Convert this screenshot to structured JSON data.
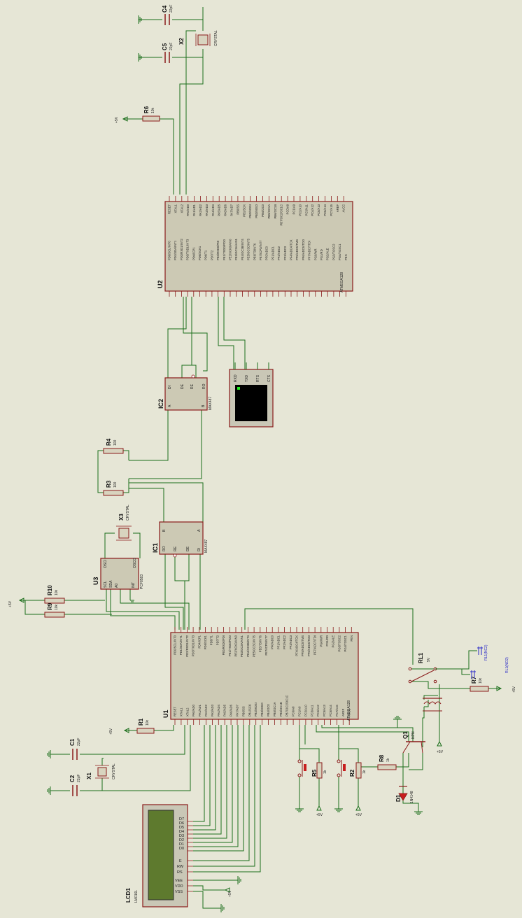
{
  "mcu_top": {
    "ref": "U2",
    "part": "ATMEGA128",
    "left_pins": [
      "PD0/SCL/INT0",
      "PD1/SDA/INT1",
      "PD2/RXD1/INT2",
      "PD3/TXD1/INT3",
      "PD4/ICP1",
      "PD5/XCK1",
      "PD6/T1",
      "PD7/T2",
      "PE0/RXD0/PDI",
      "PE1/TXD0/PDO",
      "PE2/XCK0/AIN0",
      "PE3/OC3A/AIN1",
      "PE4/OC3B/INT4",
      "PE5/OC3C/INT5",
      "PE6/T3/INT6",
      "PE7/ICP3/INT7",
      "PF0/ADC0",
      "PF1/ADC1",
      "PF2/ADC2",
      "PF3/ADC3",
      "PF4/ADC4/TCK",
      "PF5/ADC5/TMS",
      "PF6/ADC6/TDO",
      "PF7/ADC7/TDI",
      "PG0/WR",
      "PG1/RD",
      "PG2/ALE",
      "PG3/TOSC2",
      "PG4/TOSC1",
      "PEN"
    ],
    "right_pins": [
      "RESET",
      "XTAL1",
      "XTAL2",
      "PA0/AD0",
      "PA1/AD1",
      "PA2/AD2",
      "PA3/AD3",
      "PA4/AD4",
      "PA5/AD5",
      "PA6/AD6",
      "PA7/AD7",
      "PB0/SS",
      "PB1/SCK",
      "PB2/MOSI",
      "PB3/MISO",
      "PB4/OC0",
      "PB5/OC1A",
      "PB6/OC1B",
      "PB7/OC2/OC1C",
      "PC0/A8",
      "PC1/A9",
      "PC2/A10",
      "PC3/A11",
      "PC4/A12",
      "PC5/A13",
      "PC6/A14",
      "PC7/A15",
      "AREF",
      "AVCC"
    ]
  },
  "mcu_bottom": {
    "ref": "U1",
    "part": "ATMEGA128",
    "top_pins": [
      "PD0/SCL/INT0",
      "PD1/SDA/INT1",
      "PD2/RXD1/INT2",
      "PD3/TXD1/INT3",
      "PD4/ICP1",
      "PD5/XCK1",
      "PD6/T1",
      "PD7/T2",
      "PE0/RXD0/PDI",
      "PE1/TXD0/PDO",
      "PE2/XCK0/AIN0",
      "PE3/OC3A/AIN1",
      "PE4/OC3B/INT4",
      "PE5/OC3C/INT5",
      "PE6/T3/INT6",
      "PE7/ICP3/INT7",
      "PF0/ADC0",
      "PF1/ADC1",
      "PF2/ADC2",
      "PF3/ADC3",
      "PF4/ADC4/TCK",
      "PF5/ADC5/TMS",
      "PF6/ADC6/TDO",
      "PF7/ADC7/TDI",
      "PG0/WR",
      "PG1/RD",
      "PG2/ALE",
      "PG3/TOSC2",
      "PG4/TOSC1",
      "PEN"
    ],
    "bottom_pins": [
      "RESET",
      "XTAL1",
      "XTAL2",
      "PA0/AD0",
      "PA1/AD1",
      "PA2/AD2",
      "PA3/AD3",
      "PA4/AD4",
      "PA5/AD5",
      "PA6/AD6",
      "PA7/AD7",
      "PB0/SS",
      "PB1/SCK",
      "PB2/MOSI",
      "PB3/MISO",
      "PB4/OC0",
      "PB5/OC1A",
      "PB6/OC1B",
      "PB7/OC2/OC1C",
      "PC0/A8",
      "PC1/A9",
      "PC2/A10",
      "PC3/A11",
      "PC4/A12",
      "PC5/A13",
      "PC6/A14",
      "PC7/A15",
      "AREF",
      "AVCC"
    ]
  },
  "ic2": {
    "ref": "IC2",
    "part": "MAX487",
    "pins": [
      "DI",
      "DE",
      "RE",
      "RO",
      "A",
      "B"
    ]
  },
  "ic1": {
    "ref": "IC1",
    "part": "MAX487",
    "pins": [
      "RO",
      "RE",
      "DE",
      "DI",
      "B",
      "A"
    ]
  },
  "u3": {
    "ref": "U3",
    "part": "PCF8583",
    "pins": [
      "OSCI",
      "OSCO",
      "SCL",
      "SDA",
      "A0",
      "INT"
    ]
  },
  "terminal": {
    "pins": [
      "RXD",
      "TXD",
      "RTS",
      "CTS"
    ]
  },
  "lcd": {
    "ref": "LCD1",
    "part": "LM016L",
    "data_pins": [
      "D7",
      "D6",
      "D5",
      "D4",
      "D3",
      "D2",
      "D1",
      "D0"
    ],
    "ctrl_pins": [
      "E",
      "RW",
      "RS"
    ],
    "power_pins": [
      "VEE",
      "VDD",
      "VSS"
    ]
  },
  "relay": {
    "ref": "RL1",
    "value": "5V",
    "outputs": [
      "RL1(NC2)",
      "RL1(NO2)"
    ]
  },
  "transistor": {
    "ref": "Q1",
    "value": "NPN"
  },
  "diode": {
    "ref": "D1",
    "value": "1N4148"
  },
  "crystals": [
    {
      "ref": "X2",
      "value": "CRYSTAL"
    },
    {
      "ref": "X3",
      "value": "CRYSTAL"
    },
    {
      "ref": "X1",
      "value": "CRYSTAL"
    }
  ],
  "capacitors": [
    {
      "ref": "C4",
      "value": "22pF"
    },
    {
      "ref": "C5",
      "value": "22pF"
    },
    {
      "ref": "C1",
      "value": "22pF"
    },
    {
      "ref": "C2",
      "value": "22pF"
    }
  ],
  "resistors": [
    {
      "ref": "R6",
      "value": "10k"
    },
    {
      "ref": "R4",
      "value": "100"
    },
    {
      "ref": "R3",
      "value": "100"
    },
    {
      "ref": "R10",
      "value": "10k"
    },
    {
      "ref": "R9",
      "value": "10k"
    },
    {
      "ref": "R1",
      "value": "10k"
    },
    {
      "ref": "R7",
      "value": "10k"
    },
    {
      "ref": "R8",
      "value": "1k"
    },
    {
      "ref": "R5",
      "value": "1k"
    },
    {
      "ref": "R2",
      "value": "1k"
    }
  ],
  "power_label": "+5V"
}
